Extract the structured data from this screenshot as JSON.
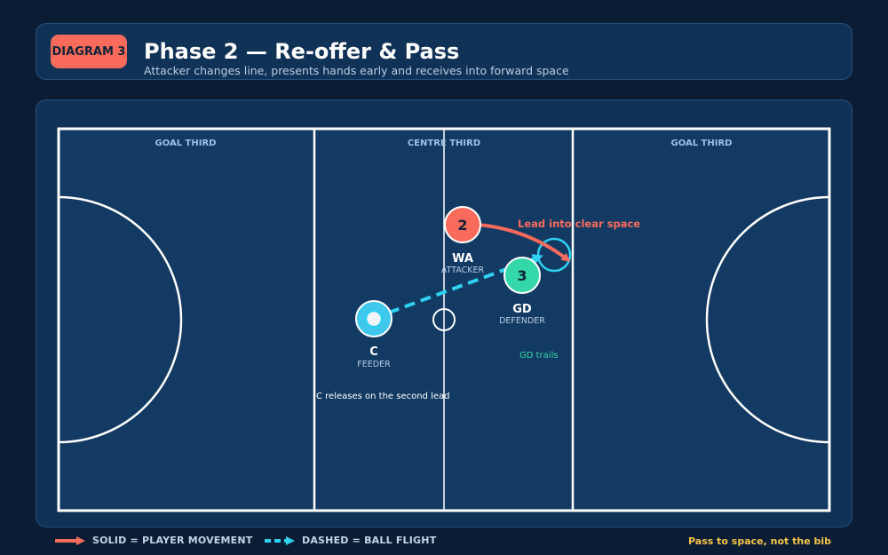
{
  "header": {
    "badge": "DIAGRAM 3",
    "title": "Phase 2 — Re-offer & Pass",
    "subtitle": "Attacker changes line, presents hands early and receives into forward space"
  },
  "court": {
    "thirds": [
      "GOAL THIRD",
      "CENTRE THIRD",
      "GOAL THIRD"
    ]
  },
  "players": [
    {
      "number": "2",
      "position": "WA",
      "role": "ATTACKER",
      "color": "#fa6b5c"
    },
    {
      "number": "3",
      "position": "GD",
      "role": "DEFENDER",
      "color": "#34d8a8"
    },
    {
      "number": "",
      "position": "C",
      "role": "FEEDER",
      "color": "#3fc7ec"
    }
  ],
  "annotations": {
    "lead": "Lead into clear space",
    "trail": "GD trails",
    "release": "C releases on the second lead"
  },
  "legend": {
    "movement": "SOLID = PLAYER MOVEMENT",
    "ball": "DASHED = BALL FLIGHT",
    "tip": "Pass to space, not the bib"
  },
  "colors": {
    "movement": "#fa6b5c",
    "ball": "#2fd0f0",
    "trail_text": "#34d8a8",
    "tip": "#f5c54a"
  }
}
